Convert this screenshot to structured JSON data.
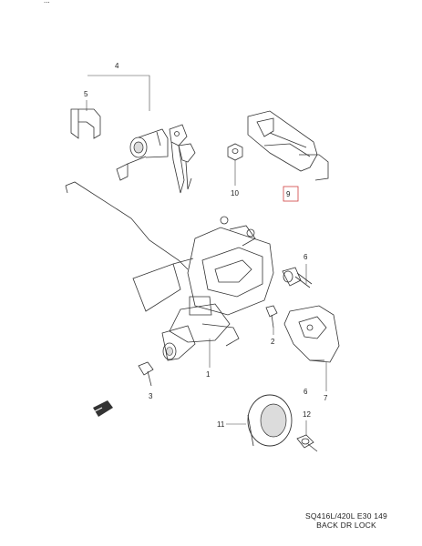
{
  "top_text": "...",
  "callouts": [
    {
      "id": "4",
      "label": "4"
    },
    {
      "id": "5",
      "label": "5"
    },
    {
      "id": "9",
      "label": "9",
      "highlighted": true
    },
    {
      "id": "10",
      "label": "10"
    },
    {
      "id": "6",
      "label": "6"
    },
    {
      "id": "2",
      "label": "2"
    },
    {
      "id": "1",
      "label": "1"
    },
    {
      "id": "3",
      "label": "3"
    },
    {
      "id": "6b",
      "label": "6"
    },
    {
      "id": "7",
      "label": "7"
    },
    {
      "id": "11",
      "label": "11"
    },
    {
      "id": "12",
      "label": "12"
    }
  ],
  "caption": {
    "line1": "SQ416L/420L E30  149",
    "line2": "BACK DR LOCK"
  },
  "colors": {
    "highlight_box": "#d04040",
    "ink": "#333333"
  },
  "icons": [
    "key-cylinder-icon",
    "keys-icon",
    "lock-assembly-icon",
    "rod-icon",
    "bolt-icon",
    "grommet-icon",
    "striker-icon",
    "arrow-direction-icon"
  ]
}
